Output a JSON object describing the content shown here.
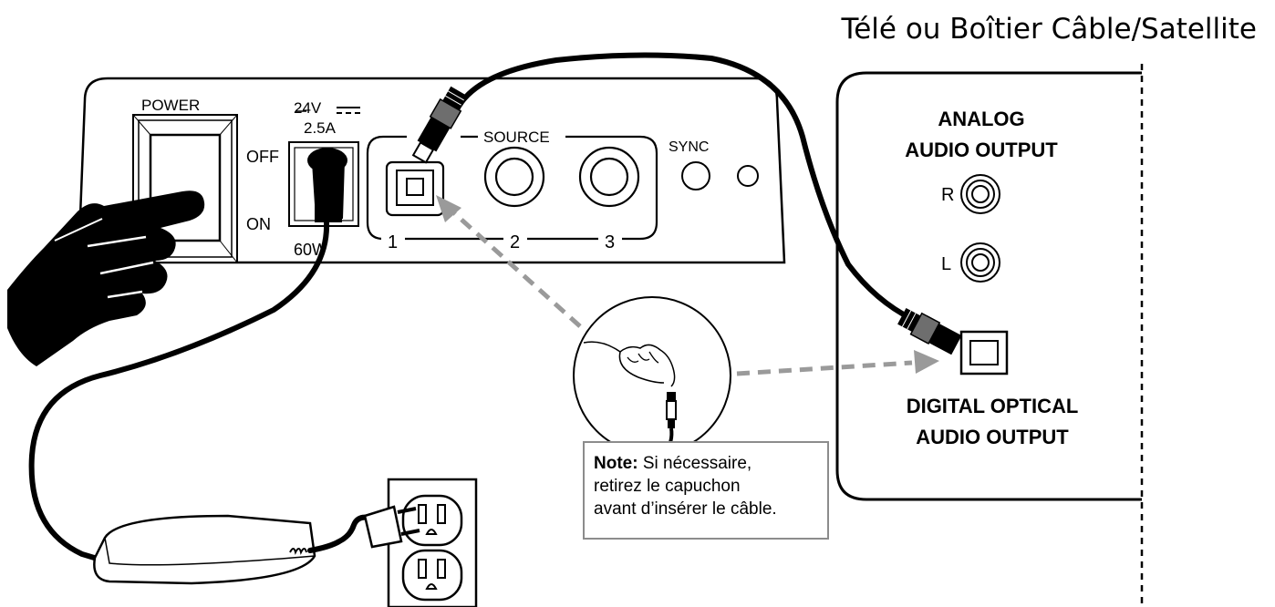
{
  "title": "Télé ou Boîtier Câble/Satellite",
  "device": {
    "power_label": "POWER",
    "off_label": "OFF",
    "on_label": "ON",
    "voltage_label": "24V",
    "current_label": "2.5A",
    "wattage_label": "60W",
    "source_label": "SOURCE",
    "source_1": "1",
    "source_2": "2",
    "source_3": "3",
    "sync_label": "SYNC"
  },
  "tv": {
    "analog_line1": "ANALOG",
    "analog_line2": "AUDIO OUTPUT",
    "r_label": "R",
    "l_label": "L",
    "digital_line1": "DIGITAL OPTICAL",
    "digital_line2": "AUDIO OUTPUT"
  },
  "note": {
    "bold": "Note:",
    "line1": " Si nécessaire,",
    "line2": "retirez le capuchon",
    "line3": "avant d’insérer le câble."
  },
  "icons": [
    "hand-pointing-icon",
    "optical-cable-icon",
    "power-adapter-icon",
    "wall-outlet-icon",
    "cap-removal-inset-icon"
  ]
}
